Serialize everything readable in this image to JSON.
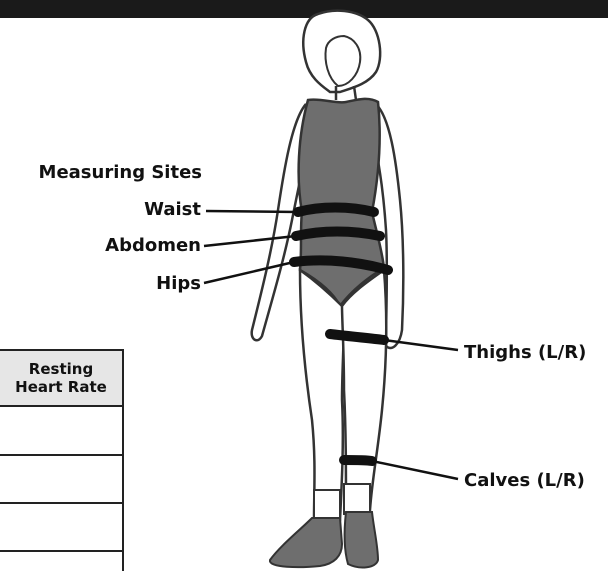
{
  "diagram": {
    "section_title": "Measuring Sites",
    "sites": {
      "waist": "Waist",
      "abdomen": "Abdomen",
      "hips": "Hips",
      "thighs": "Thighs (L/R)",
      "calves": "Calves (L/R)"
    }
  },
  "table": {
    "header_line1": "Resting",
    "header_line2": "Heart Rate",
    "rows": [
      "",
      "",
      "",
      ""
    ]
  },
  "colors": {
    "band": "#111111",
    "figure_fill": "#6e6e6e",
    "header_fill": "#e6e6e6"
  }
}
